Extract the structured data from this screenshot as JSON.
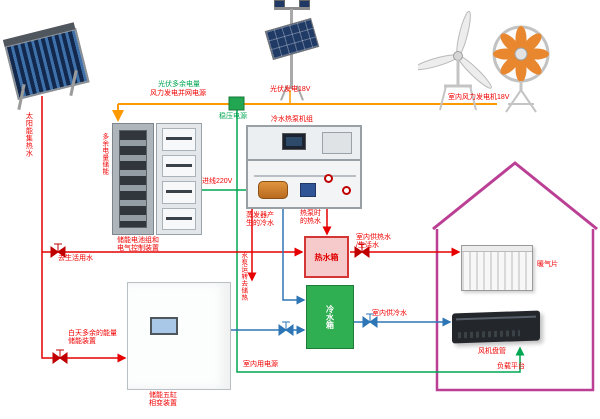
{
  "colors": {
    "pv_power_bus": "#ff9900",
    "power_line_green": "#00a651",
    "hot_water_red": "#e60000",
    "cold_water_blue": "#2e75b6",
    "house_outline": "#bb3f94",
    "label_red": "#f00000",
    "label_green": "#00a651"
  },
  "labels": {
    "solar_collector_water": "太阳能集热水",
    "pv_generation": "光伏发电18V",
    "wind_generation": "室内风力发电机18V",
    "pv_surplus": "光伏多余电量",
    "wind_grid_supply": "风力发电并网电源",
    "voltage_regulator": "稳压电源",
    "surplus_energy_storage": "多余电量储能",
    "battery_cabinet": "储能电池组和\n电气控制装置",
    "incoming_power": "进线220V",
    "heat_pump_unit": "冷水热泵机组",
    "evaporator_cold_water": "蒸发器产\n生的冷水",
    "heat_pump_hot_water": "热泵时\n的热水",
    "hot_water_tank": "热水箱",
    "cold_water_tank": "冷水箱",
    "to_domestic_water": "去生活用水",
    "indoor_hot_water": "室内供热水\n/生活水",
    "indoor_cold_water": "室内供冷水",
    "indoor_power": "室内用电源",
    "pump_to_storage": "水泵运转去储热",
    "daytime_surplus_storage": "白天多余的能量\n储能装置",
    "pcm_device": "储能五缸\n相变装置",
    "radiator": "暖气片",
    "fan_coil": "风机盘管",
    "load_platform": "负载平台"
  }
}
